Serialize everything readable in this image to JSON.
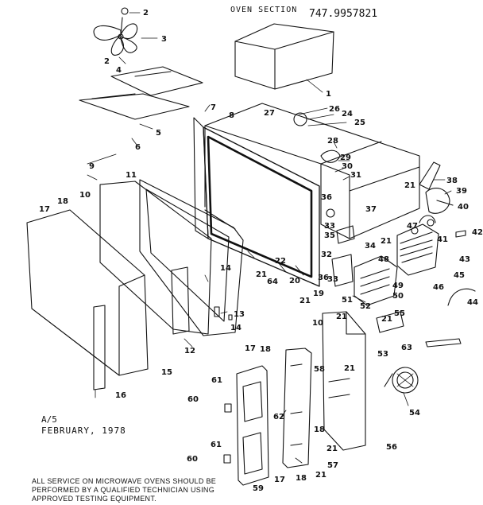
{
  "header": {
    "title": "OVEN SECTION",
    "model_number": "747.9957821"
  },
  "meta": {
    "page_code": "A/5",
    "date": "FEBRUARY, 1978"
  },
  "footer": {
    "lines": [
      "ALL SERVICE ON MICROWAVE OVENS SHOULD BE",
      "PERFORMED BY A QUALIFIED TECHNICIAN USING",
      "APPROVED TESTING EQUIPMENT."
    ]
  },
  "callouts": [
    {
      "label": "2"
    },
    {
      "label": "3"
    },
    {
      "label": "2"
    },
    {
      "label": "4"
    },
    {
      "label": "1"
    },
    {
      "label": "5"
    },
    {
      "label": "6"
    },
    {
      "label": "7"
    },
    {
      "label": "8"
    },
    {
      "label": "27"
    },
    {
      "label": "26"
    },
    {
      "label": "24"
    },
    {
      "label": "25"
    },
    {
      "label": "28"
    },
    {
      "label": "29"
    },
    {
      "label": "30"
    },
    {
      "label": "31"
    },
    {
      "label": "38"
    },
    {
      "label": "39"
    },
    {
      "label": "40"
    },
    {
      "label": "42"
    },
    {
      "label": "41"
    },
    {
      "label": "47"
    },
    {
      "label": "43"
    },
    {
      "label": "21"
    },
    {
      "label": "37"
    },
    {
      "label": "36"
    },
    {
      "label": "33"
    },
    {
      "label": "35"
    },
    {
      "label": "34"
    },
    {
      "label": "32"
    },
    {
      "label": "21"
    },
    {
      "label": "48"
    },
    {
      "label": "45"
    },
    {
      "label": "46"
    },
    {
      "label": "44"
    },
    {
      "label": "9"
    },
    {
      "label": "11"
    },
    {
      "label": "10"
    },
    {
      "label": "18"
    },
    {
      "label": "17"
    },
    {
      "label": "22"
    },
    {
      "label": "21"
    },
    {
      "label": "64"
    },
    {
      "label": "20"
    },
    {
      "label": "19"
    },
    {
      "label": "36"
    },
    {
      "label": "33"
    },
    {
      "label": "21"
    },
    {
      "label": "51"
    },
    {
      "label": "52"
    },
    {
      "label": "49"
    },
    {
      "label": "50"
    },
    {
      "label": "14"
    },
    {
      "label": "13"
    },
    {
      "label": "14"
    },
    {
      "label": "12"
    },
    {
      "label": "15"
    },
    {
      "label": "16"
    },
    {
      "label": "10"
    },
    {
      "label": "21"
    },
    {
      "label": "55"
    },
    {
      "label": "53"
    },
    {
      "label": "63"
    },
    {
      "label": "21"
    },
    {
      "label": "17"
    },
    {
      "label": "18"
    },
    {
      "label": "58"
    },
    {
      "label": "21"
    },
    {
      "label": "61"
    },
    {
      "label": "60"
    },
    {
      "label": "62"
    },
    {
      "label": "54"
    },
    {
      "label": "18"
    },
    {
      "label": "21"
    },
    {
      "label": "57"
    },
    {
      "label": "56"
    },
    {
      "label": "61"
    },
    {
      "label": "60"
    },
    {
      "label": "17"
    },
    {
      "label": "18"
    },
    {
      "label": "21"
    },
    {
      "label": "59"
    }
  ]
}
